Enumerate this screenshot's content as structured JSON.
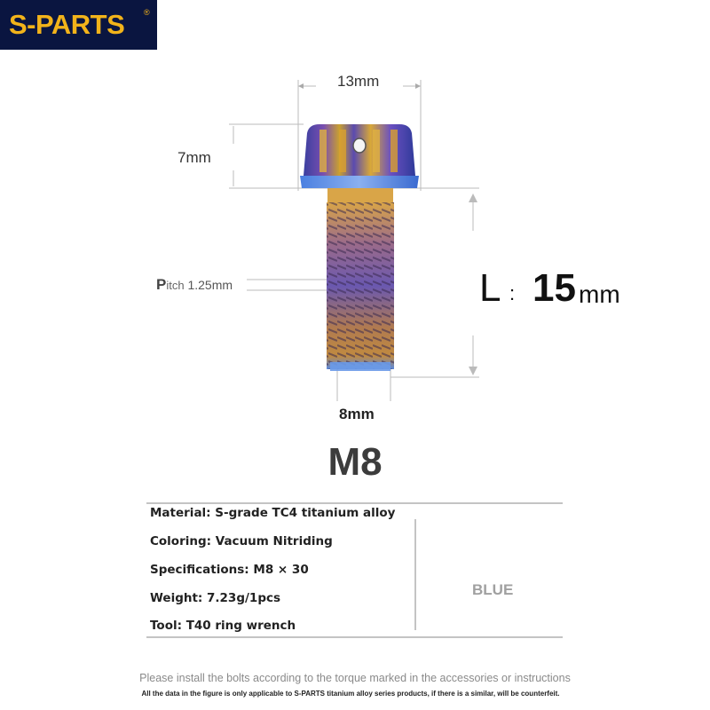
{
  "brand": {
    "name": "S-PARTS",
    "registered": "®",
    "colors": {
      "logo_bg": "#0a1540",
      "logo_text": "#f2b31a"
    }
  },
  "dimensions": {
    "head_width": "13mm",
    "head_height": "7mm",
    "pitch_initial": "P",
    "pitch_word": "itch",
    "pitch_value": "1.25mm",
    "shank_diameter": "8mm",
    "length_letter": "L",
    "length_colon": ":",
    "length_value": "15",
    "length_unit": "mm"
  },
  "size_label": "M8",
  "specs": [
    {
      "text": "Material: S-grade TC4 titanium alloy"
    },
    {
      "text": "Coloring: Vacuum Nitriding"
    },
    {
      "text": "Specifications: M8 × 30"
    },
    {
      "text": "Weight: 7.23g/1pcs"
    },
    {
      "text": "Tool: T40 ring wrench"
    }
  ],
  "color_option": "BLUE",
  "notes": {
    "install": "Please install the bolts according to the torque marked in the accessories or instructions",
    "disclaimer": "All the data in the figure is only applicable to S-PARTS titanium alloy series products, if there is a similar, will be counterfeit."
  }
}
